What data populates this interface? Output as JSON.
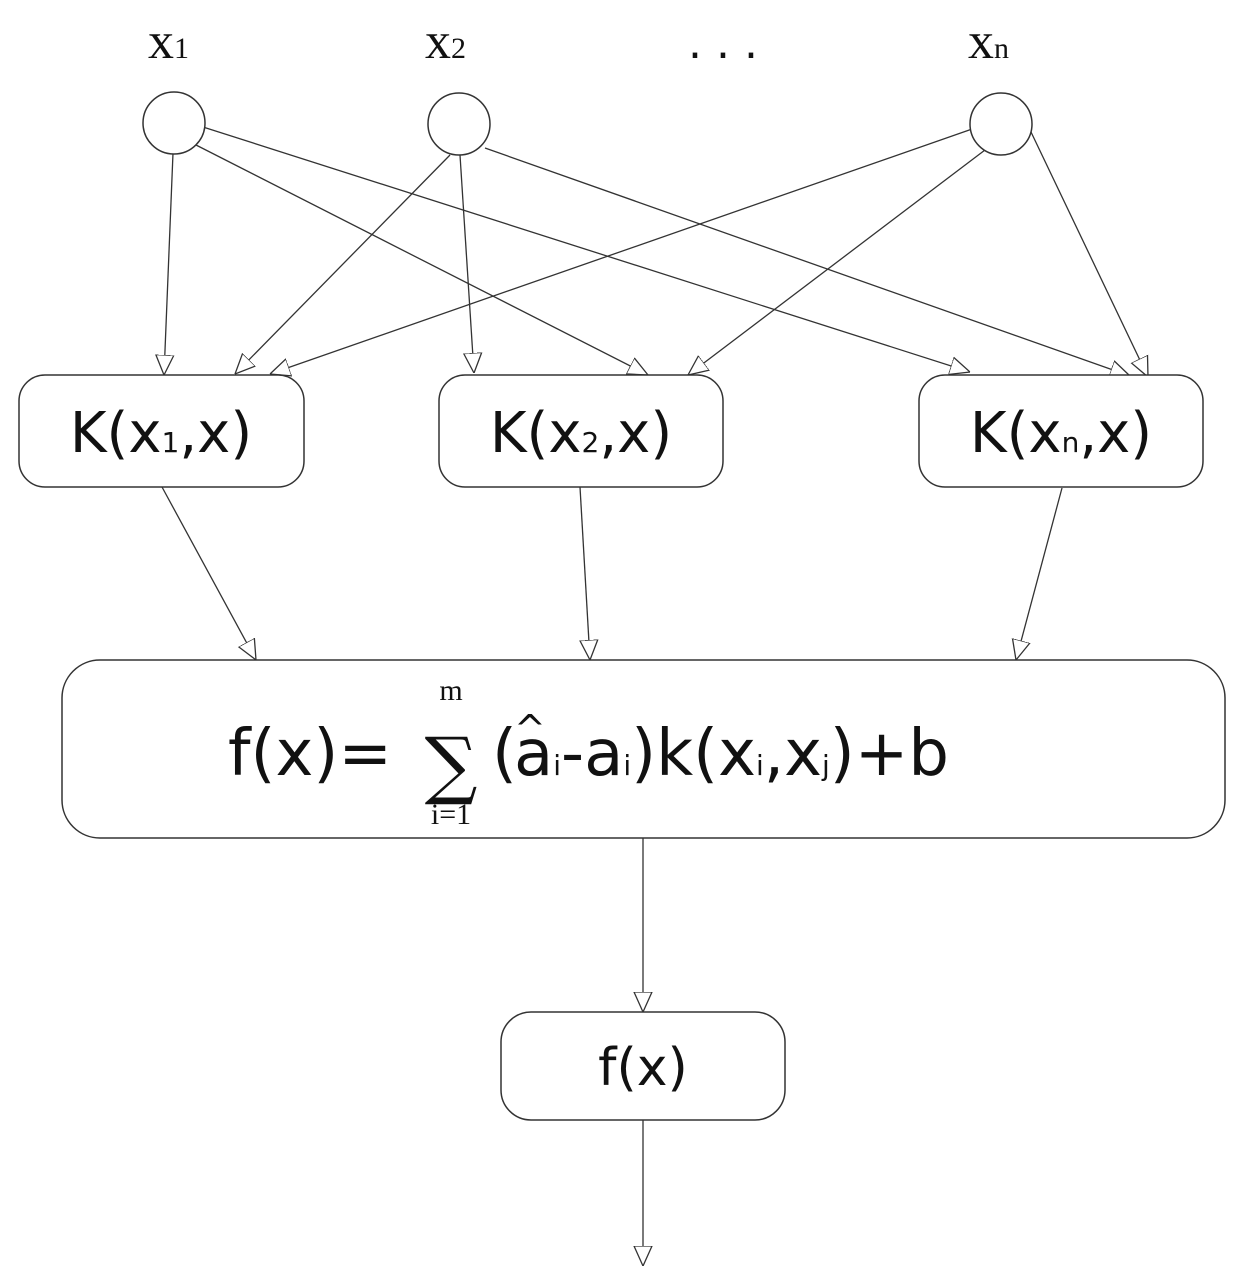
{
  "inputs": [
    {
      "var": "x",
      "sub": "1"
    },
    {
      "var": "x",
      "sub": "2"
    },
    {
      "var": "x",
      "sub": "n"
    }
  ],
  "ellipsis": "...",
  "kernels": [
    {
      "prefix": "K(x",
      "sub": "1",
      "suffix": ",x)"
    },
    {
      "prefix": "K(x",
      "sub": "2",
      "suffix": ",x)"
    },
    {
      "prefix": "K(x",
      "sub": "n",
      "suffix": ",x)"
    }
  ],
  "formula": {
    "lhs": "f(x)=",
    "sigma": "∑",
    "upper": "m",
    "lower": "i=1",
    "open": "(",
    "hat": "^",
    "a": "a",
    "i": "i",
    "minus_a": "-a",
    "mid": ")k(x",
    "comma_x": ",x",
    "j": "j",
    "tail": ")+b"
  },
  "output": {
    "label": "f(x)"
  }
}
